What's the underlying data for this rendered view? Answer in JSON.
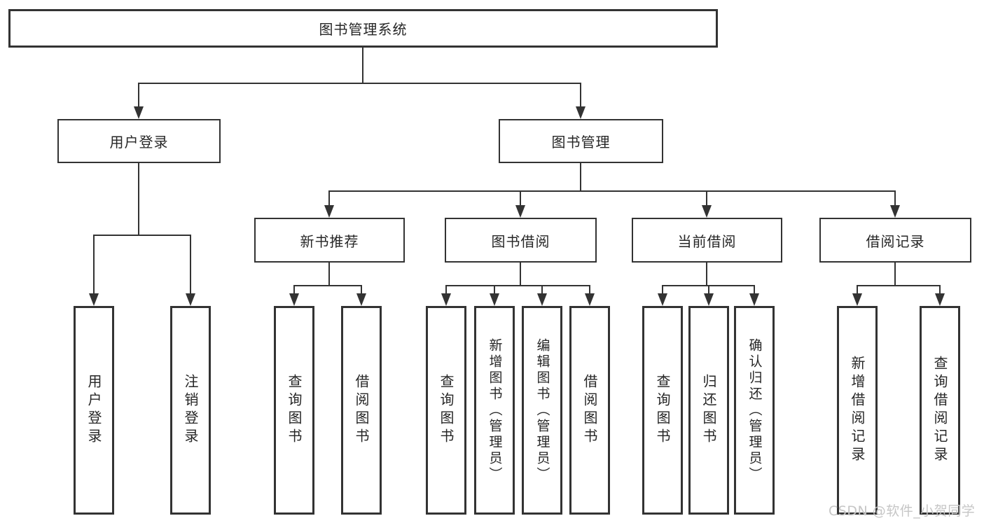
{
  "colors": {
    "line": "#333333",
    "text": "#262626",
    "watermark": "#c6c6c6",
    "background": "#ffffff"
  },
  "watermark": {
    "text": "CSDN @软件_小贺同学"
  },
  "tree": {
    "label": "图书管理系统",
    "children": [
      {
        "label": "用户登录",
        "children": [
          {
            "label": "用户登录"
          },
          {
            "label": "注销登录"
          }
        ]
      },
      {
        "label": "图书管理",
        "children": [
          {
            "label": "新书推荐",
            "children": [
              {
                "label": "查询图书"
              },
              {
                "label": "借阅图书"
              }
            ]
          },
          {
            "label": "图书借阅",
            "children": [
              {
                "label": "查询图书"
              },
              {
                "label": "新增图书（管理员）"
              },
              {
                "label": "编辑图书（管理员）"
              },
              {
                "label": "借阅图书"
              }
            ]
          },
          {
            "label": "当前借阅",
            "children": [
              {
                "label": "查询图书"
              },
              {
                "label": "归还图书"
              },
              {
                "label": "确认归还（管理员）"
              }
            ]
          },
          {
            "label": "借阅记录",
            "children": [
              {
                "label": "新增借阅记录"
              },
              {
                "label": "查询借阅记录"
              }
            ]
          }
        ]
      }
    ]
  }
}
